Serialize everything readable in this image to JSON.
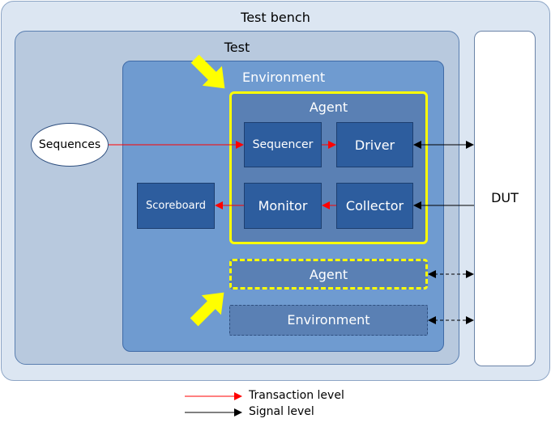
{
  "colors": {
    "transaction_arrow": "#ff0000",
    "signal_arrow": "#000000",
    "highlight": "#ffff00"
  },
  "labels": {
    "test_bench": "Test bench",
    "test": "Test",
    "environment": "Environment",
    "agent": "Agent",
    "sequencer": "Sequencer",
    "driver": "Driver",
    "monitor": "Monitor",
    "collector": "Collector",
    "scoreboard": "Scoreboard",
    "sequences": "Sequences",
    "dut": "DUT",
    "agent_2": "Agent",
    "environment_2": "Environment"
  },
  "legend": {
    "transaction": "Transaction level",
    "signal": "Signal level"
  },
  "icons": [
    "yellow-arrow-icon",
    "yellow-arrow-icon"
  ]
}
